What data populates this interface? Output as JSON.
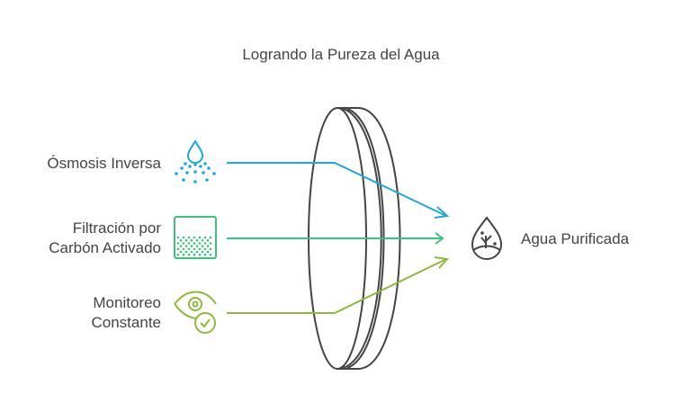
{
  "title": "Logrando la Pureza del Agua",
  "inputs": [
    {
      "label_lines": [
        "Ósmosis Inversa"
      ],
      "icon": "water-spray-icon",
      "color": "#1ea8dc"
    },
    {
      "label_lines": [
        "Filtración por",
        "Carbón Activado"
      ],
      "icon": "carbon-filter-icon",
      "color": "#3cc47c"
    },
    {
      "label_lines": [
        "Monitoreo",
        "Constante"
      ],
      "icon": "eye-check-icon",
      "color": "#8cbb3a"
    }
  ],
  "output": {
    "label": "Agua Purificada",
    "icon": "water-drop-plant-icon"
  }
}
